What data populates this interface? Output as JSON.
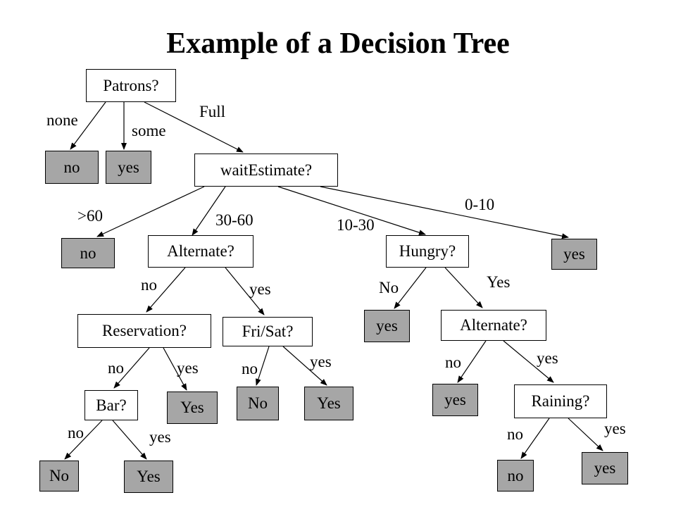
{
  "title": "Example of a Decision Tree",
  "nodes": {
    "patrons": "Patrons?",
    "patrons_none_leaf": "no",
    "patrons_some_leaf": "yes",
    "wait_estimate": "waitEstimate?",
    "wait_over60_leaf": "no",
    "alternate_1": "Alternate?",
    "hungry": "Hungry?",
    "wait_0_10_leaf": "yes",
    "reservation": "Reservation?",
    "fri_sat": "Fri/Sat?",
    "hungry_no_leaf": "yes",
    "alternate_2": "Alternate?",
    "bar": "Bar?",
    "reservation_yes_leaf": "Yes",
    "fri_sat_no_leaf": "No",
    "fri_sat_yes_leaf": "Yes",
    "alternate_2_no_leaf": "yes",
    "raining": "Raining?",
    "bar_no_leaf": "No",
    "bar_yes_leaf": "Yes",
    "raining_no_leaf": "no",
    "raining_yes_leaf": "yes"
  },
  "edge_labels": {
    "patrons_none": "none",
    "patrons_some": "some",
    "patrons_full": "Full",
    "wait_over60": ">60",
    "wait_30_60": "30-60",
    "wait_10_30": "10-30",
    "wait_0_10": "0-10",
    "alternate_1_no": "no",
    "alternate_1_yes": "yes",
    "hungry_no": "No",
    "hungry_yes": "Yes",
    "reservation_no": "no",
    "reservation_yes": "yes",
    "fri_sat_no": "no",
    "fri_sat_yes": "yes",
    "alternate_2_no": "no",
    "alternate_2_yes": "yes",
    "bar_no": "no",
    "bar_yes": "yes",
    "raining_no": "no",
    "raining_yes": "yes"
  },
  "colors": {
    "leaf_fill": "#a6a6a6",
    "attribute_fill": "#ffffff",
    "line": "#000000"
  }
}
